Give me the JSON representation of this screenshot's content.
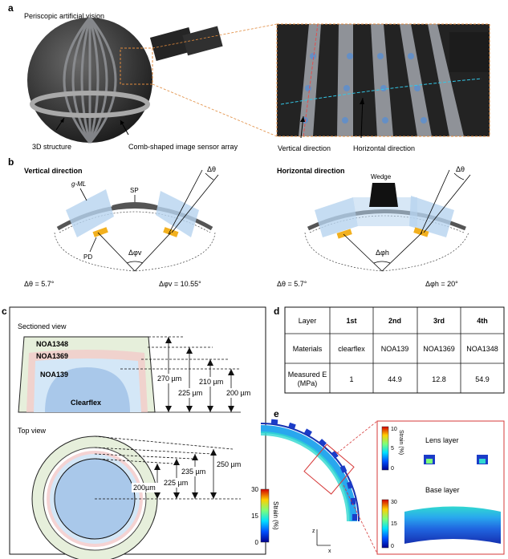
{
  "panel_a": {
    "letter": "a",
    "title": "Periscopic artificial vision",
    "label_3d": "3D structure",
    "label_comb": "Comb-shaped image sensor array",
    "label_vertical": "Vertical direction",
    "label_horizontal": "Horizontal direction"
  },
  "panel_b": {
    "letter": "b",
    "vertical_title": "Vertical direction",
    "horizontal_title": "Horizontal direction",
    "gml": "g-ML",
    "sp": "SP",
    "pd": "PD",
    "wedge": "Wedge",
    "dtheta": "Δθ",
    "dphi_v": "Δφv",
    "dphi_h": "Δφh",
    "v_theta_val": "Δθ = 5.7°",
    "v_phi_val": "Δφv = 10.55°",
    "h_theta_val": "Δθ = 5.7°",
    "h_phi_val": "Δφh = 20°"
  },
  "panel_c": {
    "letter": "c",
    "sectioned_title": "Sectioned view",
    "layer1": "NOA1348",
    "layer2": "NOA1369",
    "layer3": "NOA139",
    "layer4": "Clearflex",
    "dims_section": [
      "270 µm",
      "225 µm",
      "210 µm",
      "200 µm"
    ],
    "top_title": "Top view",
    "dims_top": [
      "250 µm",
      "235 µm",
      "225 µm",
      "200µm"
    ]
  },
  "panel_d": {
    "letter": "d",
    "headers": [
      "Layer",
      "1st",
      "2nd",
      "3rd",
      "4th"
    ],
    "row_materials": [
      "Materials",
      "clearflex",
      "NOA139",
      "NOA1369",
      "NOA1348"
    ],
    "row_e_label_1": "Measured E",
    "row_e_label_2": "(MPa)",
    "row_e_values": [
      "1",
      "44.9",
      "12.8",
      "54.9"
    ]
  },
  "panel_e": {
    "letter": "e",
    "lens_layer": "Lens layer",
    "base_layer": "Base layer",
    "strain_label": "Strain (%)",
    "main_ticks": [
      "30",
      "15",
      "0"
    ],
    "lens_ticks": [
      "10",
      "5",
      "0"
    ],
    "base_ticks": [
      "30",
      "15",
      "0"
    ],
    "axis_z": "z",
    "axis_x": "x"
  },
  "colors": {
    "dark_sphere": "#2a2a2a",
    "gml_blue": "#b7d3ef",
    "pd_yellow": "#f2b01e",
    "layer_green": "#e6efdb",
    "layer_pink": "#f3c8c8",
    "layer_light_blue": "#d4e7f7",
    "clearflex_blue": "#a9c8ea",
    "zoom_orange": "#e08a3c",
    "box_red": "#d63a3a"
  }
}
